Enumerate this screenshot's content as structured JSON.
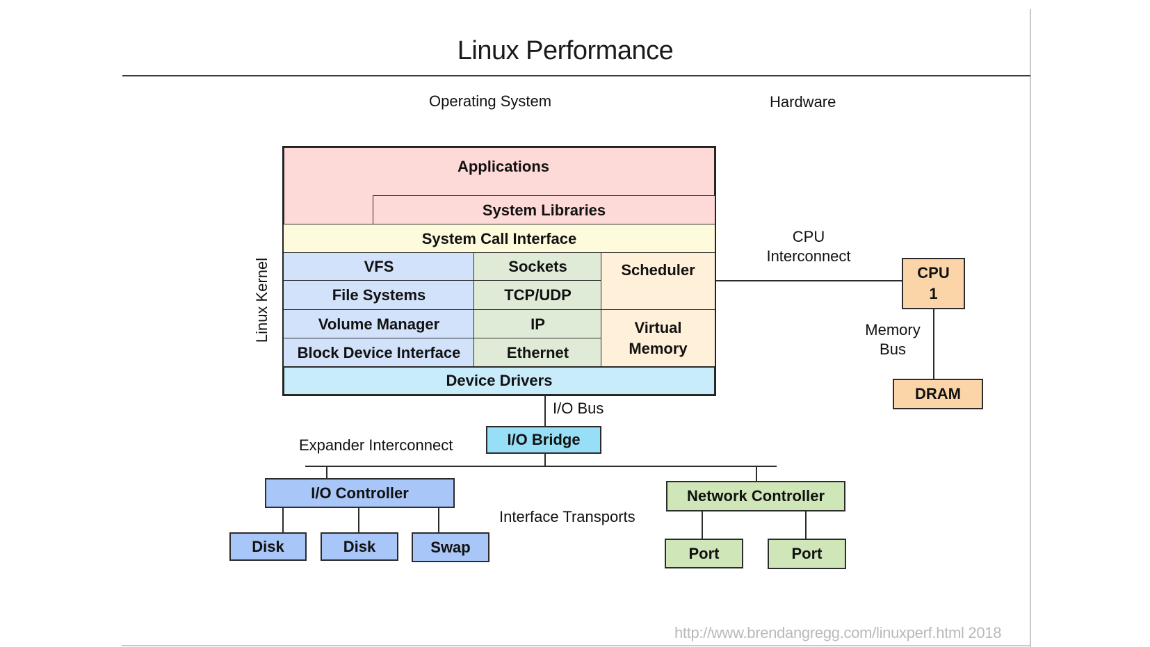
{
  "title": "Linux Performance",
  "sections": {
    "os": "Operating System",
    "hardware": "Hardware"
  },
  "kernel_label": "Linux Kernel",
  "os_stack": {
    "applications": "Applications",
    "system_libraries": "System Libraries",
    "system_call_interface": "System Call Interface",
    "storage_column": [
      "VFS",
      "File Systems",
      "Volume Manager",
      "Block Device Interface"
    ],
    "network_column": [
      "Sockets",
      "TCP/UDP",
      "IP",
      "Ethernet"
    ],
    "scheduler": "Scheduler",
    "virtual_memory": [
      "Virtual",
      "Memory"
    ],
    "device_drivers": "Device Drivers"
  },
  "hardware": {
    "cpu_interconnect_label": [
      "CPU",
      "Interconnect"
    ],
    "cpu": [
      "CPU",
      "1"
    ],
    "memory_bus_label": [
      "Memory",
      "Bus"
    ],
    "dram": "DRAM"
  },
  "io": {
    "io_bus_label": "I/O Bus",
    "io_bridge": "I/O Bridge",
    "expander_interconnect_label": "Expander Interconnect",
    "io_controller": "I/O Controller",
    "io_devices": [
      "Disk",
      "Disk",
      "Swap"
    ],
    "interface_transports_label": "Interface Transports",
    "network_controller": "Network Controller",
    "ports": [
      "Port",
      "Port"
    ]
  },
  "colors": {
    "applications": "#fdd9d8",
    "syscall": "#fefadc",
    "storage": "#d2e2fa",
    "network": "#dfebd6",
    "sched_vm": "#fff0d9",
    "device_drivers": "#c9ecfa",
    "io_bridge": "#97dff6",
    "io_controller": "#a9c6f8",
    "network_controller": "#cfe7b8",
    "cpu_dram": "#fbd5a8"
  },
  "footer": "http://www.brendangregg.com/linuxperf.html 2018"
}
